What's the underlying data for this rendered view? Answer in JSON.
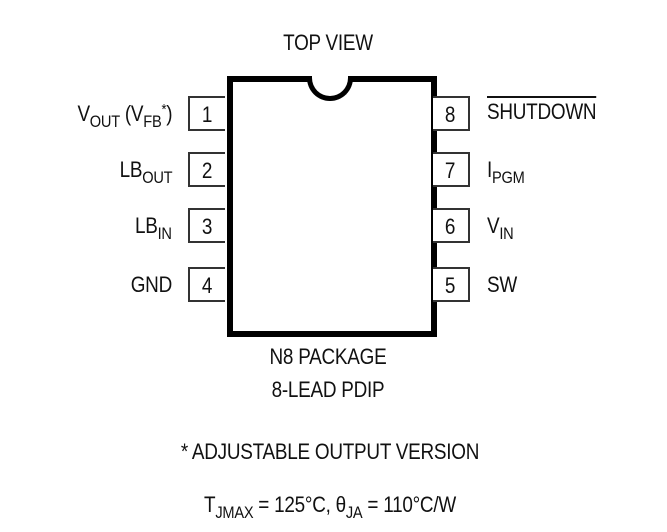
{
  "title": "TOP VIEW",
  "package": {
    "name_line1": "N8 PACKAGE",
    "name_line2": "8-LEAD PDIP"
  },
  "pins_left": [
    {
      "number": "1",
      "name_main": "V",
      "name_sub": "OUT",
      "name_extra_open": " (V",
      "name_extra_sub": "FB",
      "name_extra_sup": "*",
      "name_extra_close": ")"
    },
    {
      "number": "2",
      "name_main": "LB",
      "name_sub": "OUT"
    },
    {
      "number": "3",
      "name_main": "LB",
      "name_sub": "IN"
    },
    {
      "number": "4",
      "name_main": "GND",
      "name_sub": ""
    }
  ],
  "pins_right": [
    {
      "number": "8",
      "name_main": "SHUTDOWN",
      "name_sub": "",
      "active_low": true
    },
    {
      "number": "7",
      "name_main": "I",
      "name_sub": "PGM"
    },
    {
      "number": "6",
      "name_main": "V",
      "name_sub": "IN"
    },
    {
      "number": "5",
      "name_main": "SW",
      "name_sub": ""
    }
  ],
  "footnote": "* ADJUSTABLE OUTPUT VERSION",
  "thermal": {
    "tj_symbol": "T",
    "tj_sub": "JMAX",
    "tj_value": " = 125°C, ",
    "theta_symbol": "θ",
    "theta_sub": "JA",
    "theta_value": " = 110°C/W"
  }
}
